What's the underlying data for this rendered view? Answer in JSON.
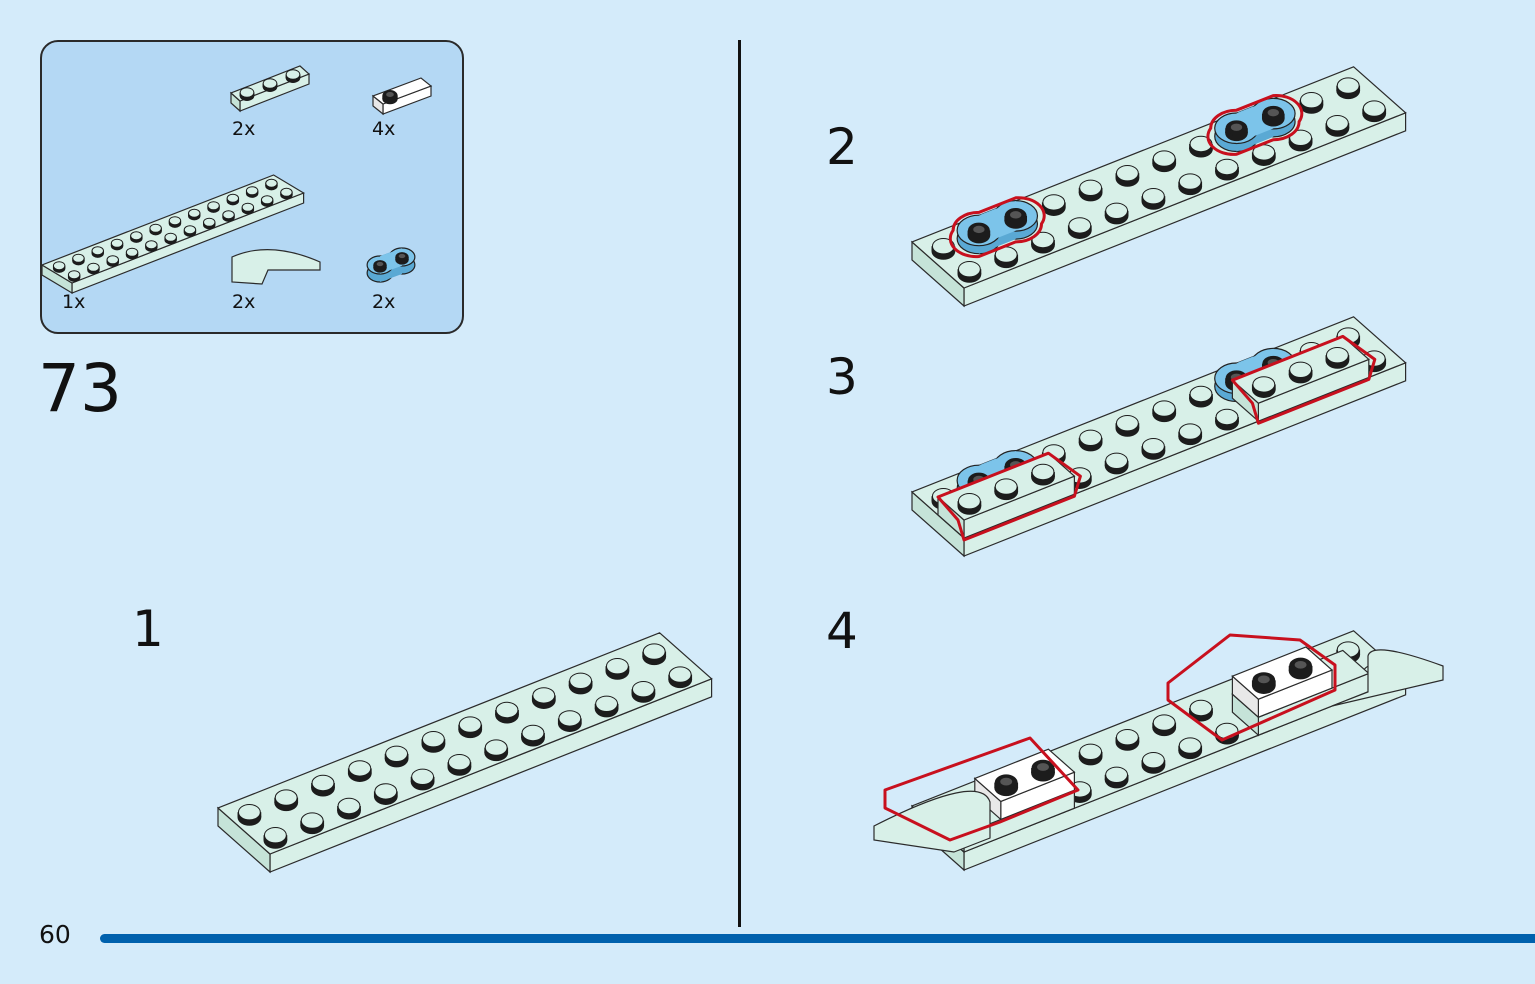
{
  "page_number": "60",
  "main_step": "73",
  "parts": [
    {
      "name": "plate-1x3-mint",
      "qty": "2x"
    },
    {
      "name": "jumper-plate-1x2-white",
      "qty": "4x"
    },
    {
      "name": "plate-2x12-mint",
      "qty": "1x"
    },
    {
      "name": "curved-slope-mint",
      "qty": "2x"
    },
    {
      "name": "rounded-plate-1x2-blue",
      "qty": "2x"
    }
  ],
  "substeps": [
    "1",
    "2",
    "3",
    "4"
  ],
  "colors": {
    "background": "#d4ebfa",
    "parts_box": "#b4d8f4",
    "mint": "#d8f0e8",
    "blue": "#7cc4ea",
    "white": "#ffffff",
    "callout": "#c8101e",
    "footer_bar": "#0061ad"
  }
}
